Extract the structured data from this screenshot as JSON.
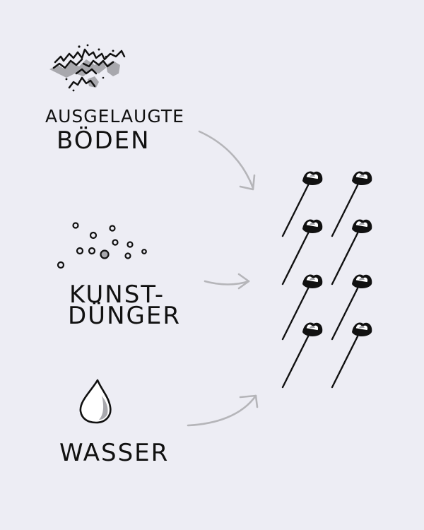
{
  "inputs": [
    {
      "id": "soil",
      "icon": "depleted-soil-icon",
      "lines": [
        "AUSGELAUGTE",
        "BÖDEN"
      ]
    },
    {
      "id": "fertilizer",
      "icon": "fertilizer-pellets-icon",
      "lines": [
        "KUNST-",
        "DÜNGER"
      ]
    },
    {
      "id": "water",
      "icon": "water-drop-icon",
      "lines": [
        "WASSER"
      ]
    }
  ],
  "result": {
    "icon": "cotton-plants-icon"
  },
  "colors": {
    "background": "#ededf4",
    "ink": "#111111",
    "arrow": "#b5b5b9",
    "shade": "#a8a8ad"
  }
}
